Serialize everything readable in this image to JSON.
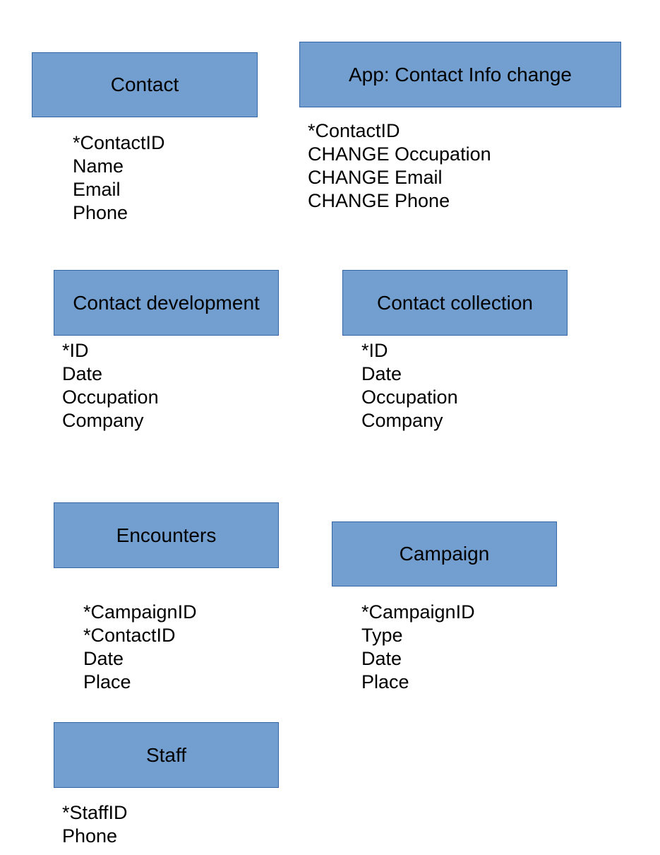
{
  "entities": {
    "contact": {
      "title": "Contact",
      "fields": [
        "*ContactID",
        "Name",
        "Email",
        "Phone"
      ]
    },
    "app_contact_info_change": {
      "title": "App: Contact Info change",
      "fields": [
        "*ContactID",
        "CHANGE Occupation",
        "CHANGE Email",
        "CHANGE Phone"
      ]
    },
    "contact_development": {
      "title": "Contact development",
      "fields": [
        "*ID",
        "Date",
        "Occupation",
        "Company"
      ]
    },
    "contact_collection": {
      "title": "Contact collection",
      "fields": [
        "*ID",
        "Date",
        "Occupation",
        "Company"
      ]
    },
    "encounters": {
      "title": "Encounters",
      "fields": [
        "*CampaignID",
        "*ContactID",
        "Date",
        "Place"
      ]
    },
    "campaign": {
      "title": "Campaign",
      "fields": [
        "*CampaignID",
        "Type",
        "Date",
        "Place"
      ]
    },
    "staff": {
      "title": "Staff",
      "fields": [
        "*StaffID",
        "Phone"
      ]
    }
  },
  "colors": {
    "box_fill": "#729fcf",
    "box_border": "#3465a4",
    "text": "#000000"
  }
}
